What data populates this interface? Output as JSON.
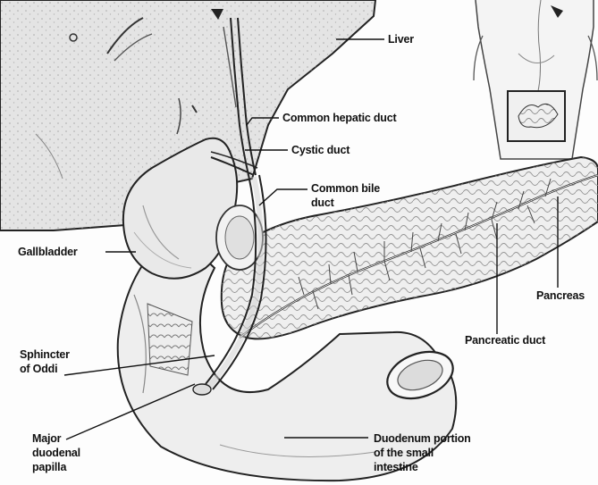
{
  "labels": {
    "liver": "Liver",
    "common_hepatic_duct": "Common hepatic duct",
    "cystic_duct": "Cystic duct",
    "common_bile_duct_1": "Common bile",
    "common_bile_duct_2": "duct",
    "gallbladder": "Gallbladder",
    "pancreas": "Pancreas",
    "pancreatic_duct": "Pancreatic duct",
    "sphincter_1": "Sphincter",
    "sphincter_2": "of Oddi",
    "papilla_1": "Major",
    "papilla_2": "duodenal",
    "papilla_3": "papilla",
    "duodenum_1": "Duodenum portion",
    "duodenum_2": "of the small",
    "duodenum_3": "intestine"
  },
  "colors": {
    "ink": "#111111",
    "organ_fill": "#eeeeee",
    "liver_fill": "#e4e4e4",
    "shadow": "#bdbdbd"
  }
}
